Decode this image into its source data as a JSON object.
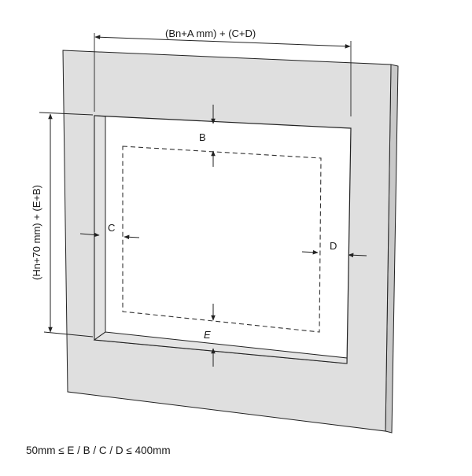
{
  "dimensions": {
    "width_label": "(Bn+A mm) + (C+D)",
    "height_label": "(Hn+70 mm) + (E+B)",
    "offset_b": "B",
    "offset_c": "C",
    "offset_d": "D",
    "offset_e": "E"
  },
  "constraint": "50mm ≤ E / B / C / D ≤ 400mm",
  "colors": {
    "wall_face": "#dfdfdf",
    "wall_edge": "#c9c9c9",
    "opening": "#ffffff",
    "line": "#222222"
  }
}
